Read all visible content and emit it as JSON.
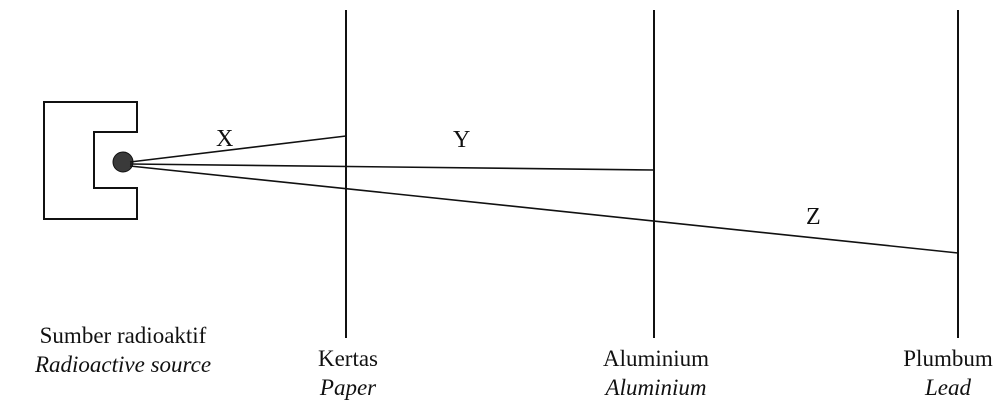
{
  "colors": {
    "ink": "#111111",
    "source_dot": "#3a3a3a",
    "background": "#ffffff"
  },
  "source": {
    "label_ms": "Sumber radioaktif",
    "label_en": "Radioactive source"
  },
  "barriers": [
    {
      "label_ms": "Kertas",
      "label_en": "Paper"
    },
    {
      "label_ms": "Aluminium",
      "label_en": "Aluminium"
    },
    {
      "label_ms": "Plumbum",
      "label_en": "Lead"
    }
  ],
  "rays": [
    {
      "label": "X",
      "stops_at": "Kertas"
    },
    {
      "label": "Y",
      "stops_at": "Aluminium"
    },
    {
      "label": "Z",
      "stops_at": "Plumbum"
    }
  ]
}
